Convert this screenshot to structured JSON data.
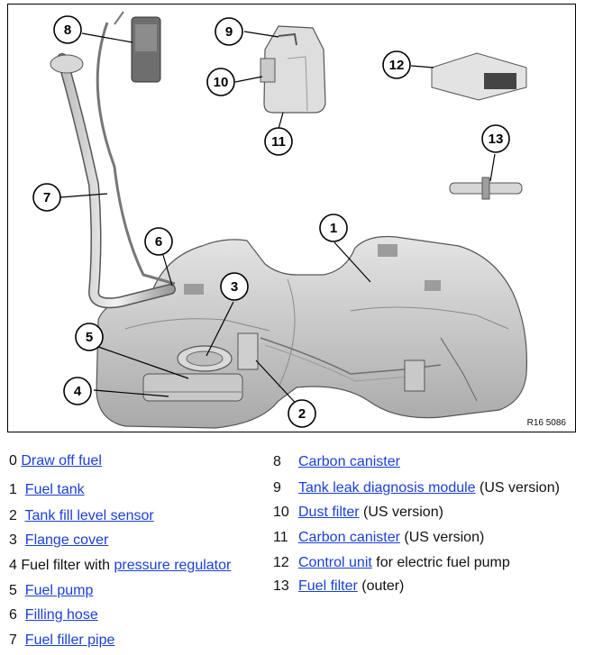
{
  "figure": {
    "reference": "R16 5086",
    "callouts": [
      "1",
      "2",
      "3",
      "4",
      "5",
      "6",
      "7",
      "8",
      "9",
      "10",
      "11",
      "12",
      "13"
    ]
  },
  "legend_left": [
    {
      "num": "0",
      "link": "Draw off fuel",
      "suffix": ""
    },
    {
      "num": "1",
      "link": "Fuel tank",
      "suffix": ""
    },
    {
      "num": "2",
      "link": "Tank fill level sensor",
      "suffix": ""
    },
    {
      "num": "3",
      "link": "Flange cover",
      "suffix": ""
    },
    {
      "num": "4",
      "prefix": "Fuel filter with ",
      "link": "pressure regulator",
      "suffix": ""
    },
    {
      "num": "5",
      "link": "Fuel pump",
      "suffix": ""
    },
    {
      "num": "6",
      "link": "Filling hose",
      "suffix": ""
    },
    {
      "num": "7",
      "link": "Fuel filler pipe",
      "suffix": ""
    }
  ],
  "legend_right": [
    {
      "num": "8",
      "link": "Carbon canister",
      "suffix": ""
    },
    {
      "num": "9",
      "link": "Tank leak diagnosis module",
      "suffix": " (US version)"
    },
    {
      "num": "10",
      "link": "Dust filter",
      "suffix": " (US version)"
    },
    {
      "num": "11",
      "link": "Carbon canister",
      "suffix": " (US version)"
    },
    {
      "num": "12",
      "link": "Control unit",
      "suffix": " for electric fuel pump"
    },
    {
      "num": "13",
      "link": "Fuel filter",
      "suffix": " (outer)"
    }
  ]
}
